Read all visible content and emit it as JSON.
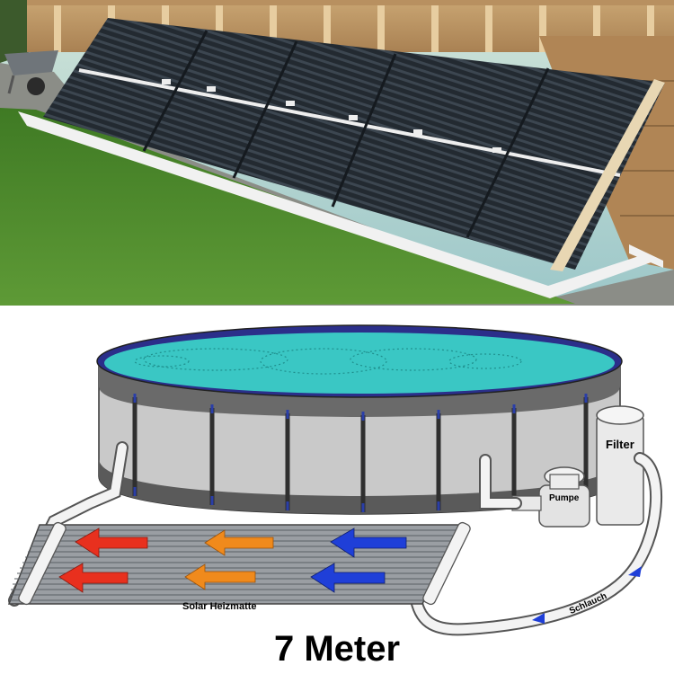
{
  "labels": {
    "filter": "Filter",
    "pump": "Pumpe",
    "solar_mat": "Solar Heizmatte",
    "hose": "Schlauch",
    "length": "7 Meter"
  },
  "colors": {
    "pool_water": "#3ac7c4",
    "pool_wall": "#c9c9c9",
    "pool_band": "#5a5a5a",
    "arrow_red": "#e8301e",
    "arrow_orange": "#f08a1c",
    "arrow_blue": "#1f3fd8",
    "lawn": "#4f8a2e",
    "panel": "#2a3138"
  },
  "icons": [
    "red-flow-arrow",
    "orange-flow-arrow",
    "blue-flow-arrow",
    "small-blue-direction-arrow"
  ]
}
